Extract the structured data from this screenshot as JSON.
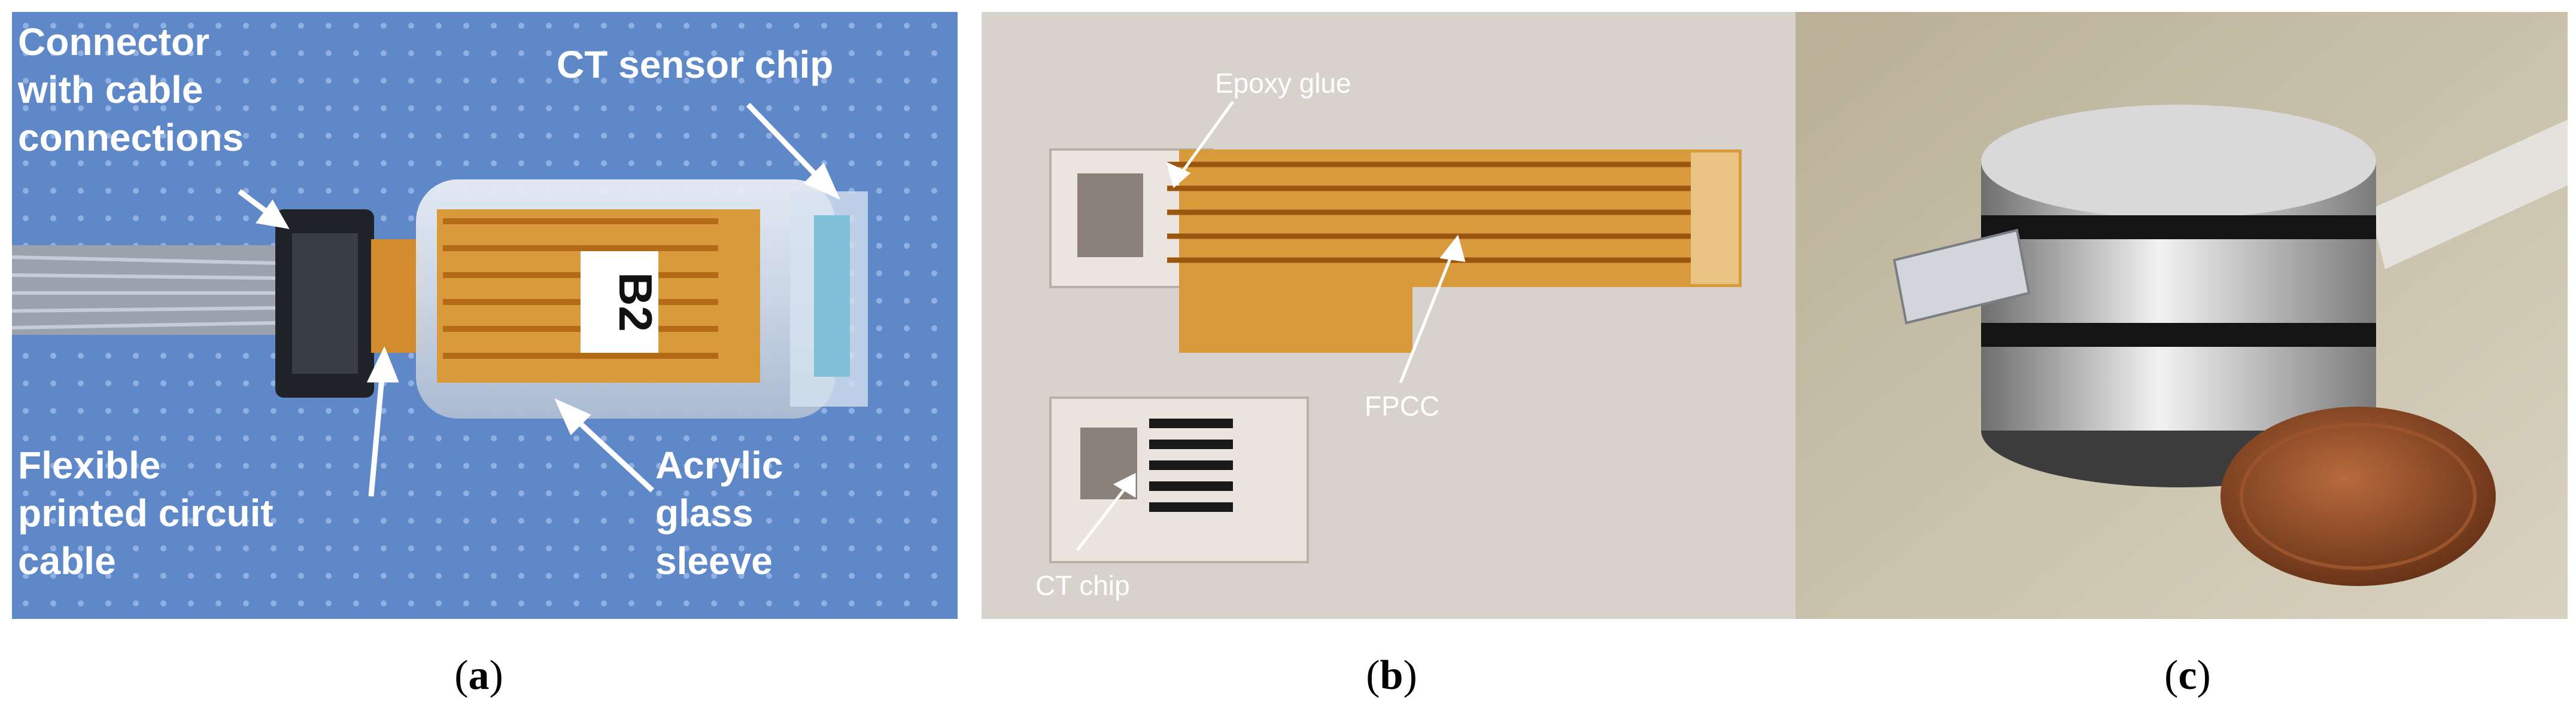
{
  "panel_a": {
    "labels": {
      "connector_line1": "Connector",
      "connector_line2": "with cable",
      "connector_line3": "connections",
      "ct_sensor_chip": "CT sensor chip",
      "flex_line1": "Flexible",
      "flex_line2": "printed circuit",
      "flex_line3": "cable",
      "acrylic_line1": "Acrylic",
      "acrylic_line2": "glass",
      "acrylic_line3": "sleeve",
      "tag": "B2"
    }
  },
  "panel_b": {
    "labels": {
      "epoxy_glue": "Epoxy glue",
      "fpcc": "FPCC",
      "ct_chip": "CT chip"
    }
  },
  "captions": {
    "a_open": "(",
    "a_letter": "a",
    "a_close": ")",
    "b_open": "(",
    "b_letter": "b",
    "b_close": ")",
    "c_open": "(",
    "c_letter": "c",
    "c_close": ")"
  },
  "colors": {
    "panel_a_background": "#5e86c8",
    "panel_b_background": "#d8d2cc",
    "panel_c_background": "#c9bfa6",
    "fpcc_orange": "#d89a3a",
    "coin_copper": "#8a4a28"
  }
}
